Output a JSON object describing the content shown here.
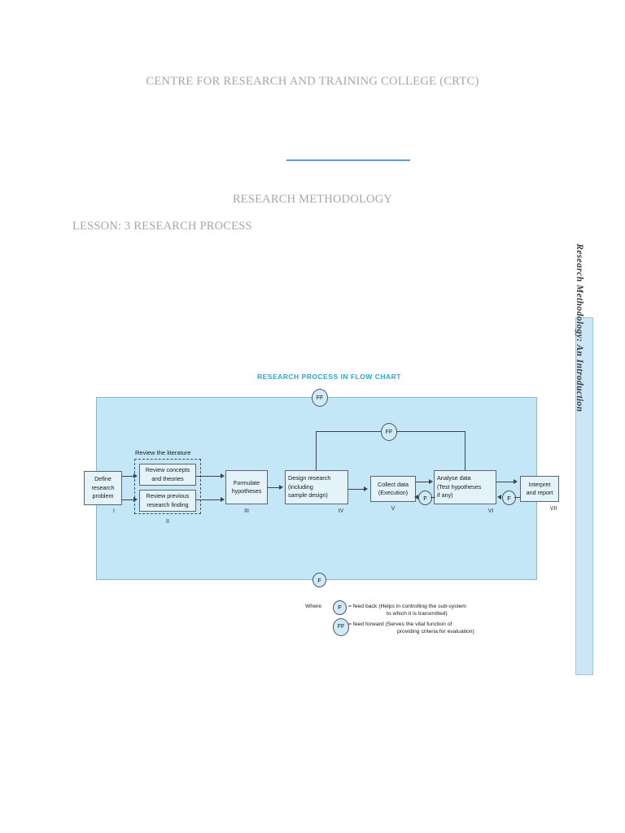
{
  "document": {
    "title": "CENTRE FOR RESEARCH AND TRAINING COLLEGE (CRTC)",
    "subtitle": "RESEARCH METHODOLOGY",
    "lesson": "LESSON: 3 RESEARCH PROCESS"
  },
  "sidebar": {
    "label": "Research Methodology: An Introduction"
  },
  "chart_data": {
    "type": "diagram",
    "title": "RESEARCH PROCESS IN FLOW CHART",
    "accent_color": "#29a8d8",
    "panel_color": "#c4e7f8",
    "node_color": "#e4f2fa",
    "group_label": "Review the literature",
    "nodes": [
      {
        "id": "I",
        "numeral": "I",
        "label": "Define\nresearch\nproblem"
      },
      {
        "id": "IIa",
        "numeral": "",
        "label": "Review concepts\nand theories"
      },
      {
        "id": "IIb",
        "numeral": "",
        "label": "Review previous\nresearch finding"
      },
      {
        "id": "II",
        "numeral": "II",
        "label": "Review the literature"
      },
      {
        "id": "III",
        "numeral": "III",
        "label": "Formulate\nhypotheses"
      },
      {
        "id": "IV",
        "numeral": "IV",
        "label": "Design research\n(including\nsample design)"
      },
      {
        "id": "V",
        "numeral": "V",
        "label": "Collect data\n(Execution)"
      },
      {
        "id": "VI",
        "numeral": "VI",
        "label": "Analyse data\n(Test hypotheses\nif any)"
      },
      {
        "id": "VII",
        "numeral": "VII",
        "label": "Interpret\nand report"
      }
    ],
    "node_text": {
      "define_l1": "Define",
      "define_l2": "research",
      "define_l3": "problem",
      "concepts_l1": "Review concepts",
      "concepts_l2": "and theories",
      "previous_l1": "Review previous",
      "previous_l2": "research finding",
      "formulate_l1": "Formulate",
      "formulate_l2": "hypotheses",
      "design_l1": "Design research",
      "design_l2": "(including",
      "design_l3": "sample design)",
      "collect_l1": "Collect data",
      "collect_l2": "(Execution)",
      "analyse_l1": "Analyse data",
      "analyse_l2": "(Test hypotheses",
      "analyse_l3": "if any)",
      "interpret_l1": "Interpret",
      "interpret_l2": "and report"
    },
    "numerals": {
      "n1": "I",
      "n2": "II",
      "n3": "III",
      "n4": "IV",
      "n5": "V",
      "n6": "VI",
      "n7": "VII"
    },
    "bubbles": {
      "ff": "FF",
      "f": "F"
    },
    "legend": {
      "where": "Where",
      "f_symbol": "F",
      "ff_symbol": "FF",
      "f_text": "= feed back (Helps in controlling the sub-system",
      "f_text_cont": "to which it is transmitted)",
      "ff_text": "= feed forward (Serves the vital function of",
      "ff_text_cont": "providing criteria for evaluation)"
    }
  }
}
